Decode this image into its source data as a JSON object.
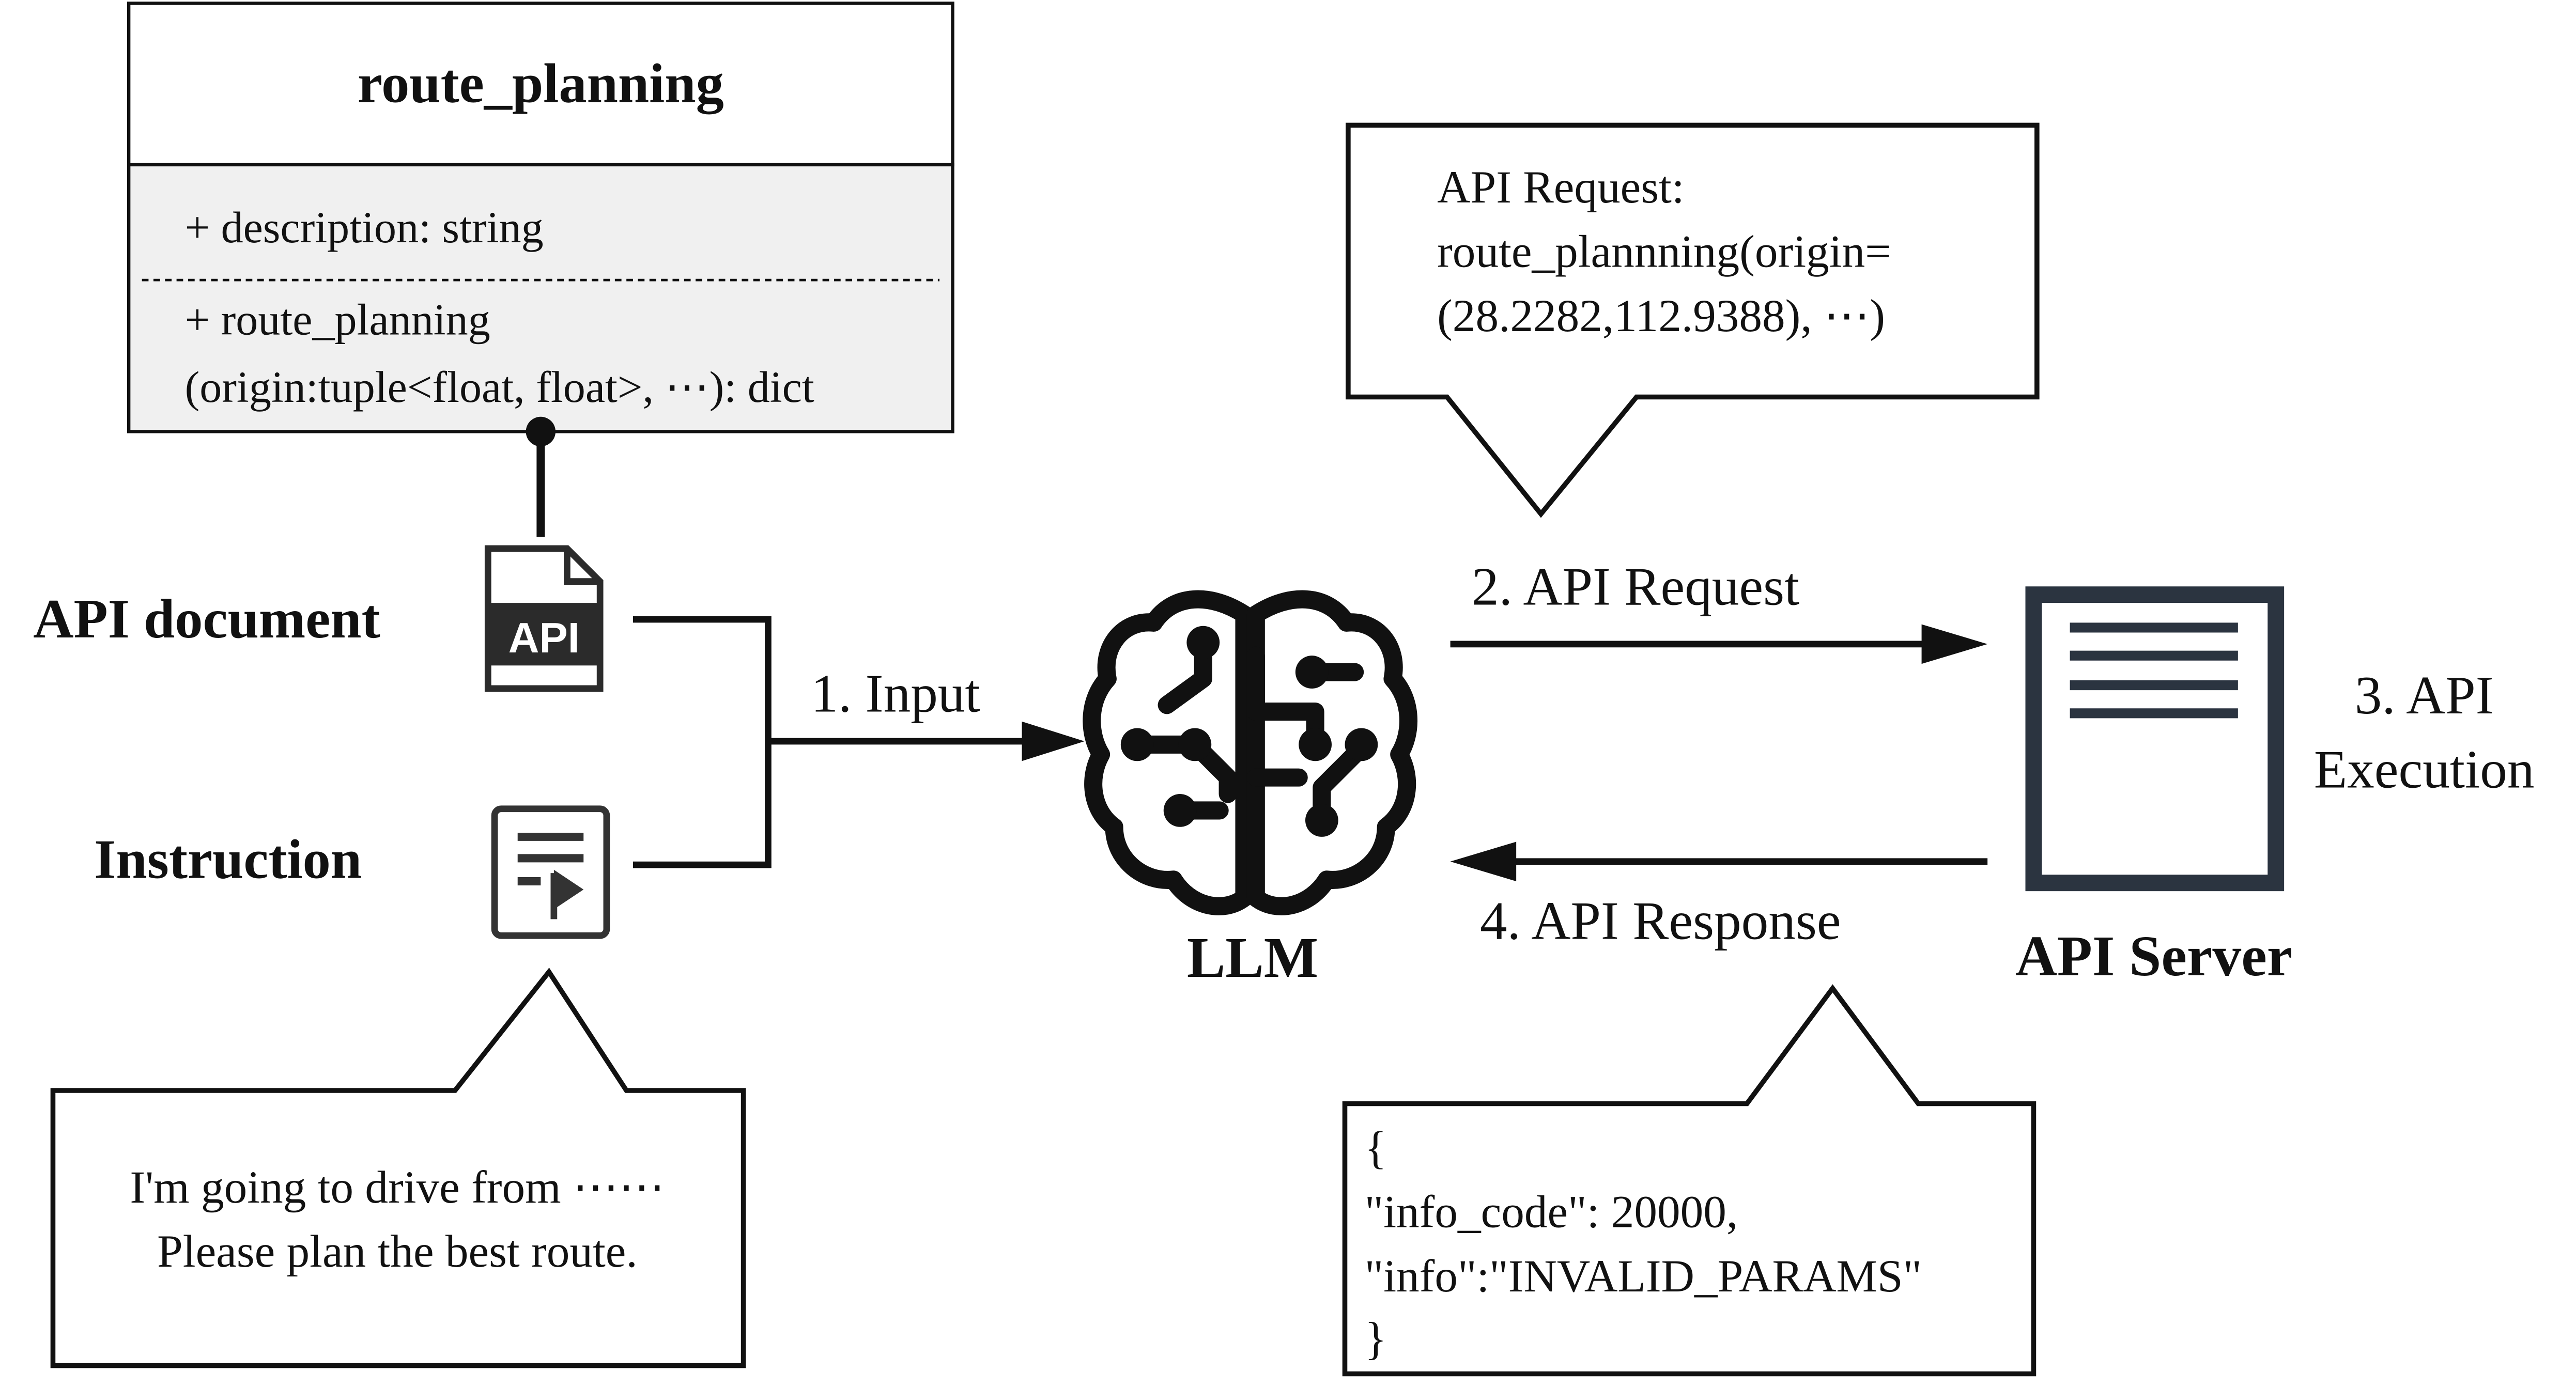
{
  "class_box": {
    "title": "route_planning",
    "attribute": "+ description: string",
    "method_line1": "+ route_planning",
    "method_line2": "(origin:tuple<float, float>, ⋯): dict"
  },
  "inputs": {
    "api_document_label": "API document",
    "api_icon_text": "API",
    "instruction_label": "Instruction"
  },
  "instruction_bubble": {
    "line1": "I'm going to drive from ⋯⋯",
    "line2": "Please plan the best route."
  },
  "edges": {
    "input": "1. Input",
    "api_request": "2. API Request",
    "api_execution_line1": "3. API",
    "api_execution_line2": "Execution",
    "api_response": "4. API Response"
  },
  "llm": {
    "label": "LLM"
  },
  "server": {
    "label": "API Server"
  },
  "request_bubble": {
    "line1": "API Request:",
    "line2": "route_plannning(origin=",
    "line3": "(28.2282,112.9388), ⋯)"
  },
  "response_bubble": {
    "line1": "{",
    "line2": "\"info_code\": 20000,",
    "line3": "\"info\":\"INVALID_PARAMS\"",
    "line4": "}"
  },
  "colors": {
    "stroke": "#111111",
    "class_body_fill": "#f0f0f0",
    "server_color": "#2b3440"
  }
}
